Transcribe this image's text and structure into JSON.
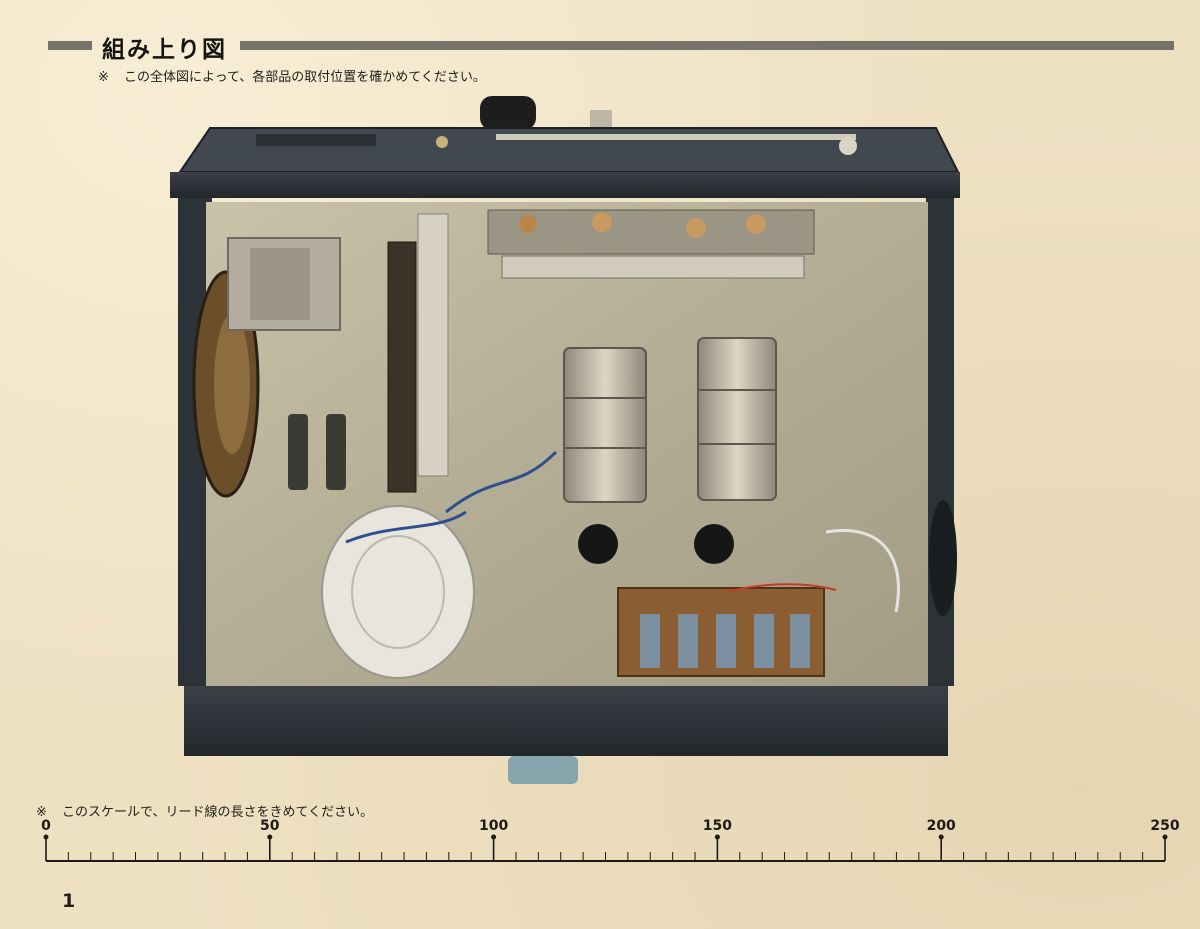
{
  "heading": {
    "title": "組み上り図"
  },
  "notes": {
    "assembly": {
      "mark": "※",
      "text": "この全体図によって、各部品の取付位置を確かめてください。"
    },
    "scale": {
      "mark": "※",
      "text": "このスケールで、リード線の長さをきめてください。"
    }
  },
  "scale": {
    "labels": [
      "0",
      "50",
      "100",
      "150",
      "200",
      "250"
    ],
    "max": 250,
    "major_step": 50,
    "minor_step": 5
  },
  "page": {
    "number": "1"
  },
  "photo": {
    "subject": "radio-chassis-interior",
    "colors": {
      "chassis_dark": "#2e3338",
      "plate": "#b9b29a",
      "tuning_gang": "#cfc7b3",
      "board_brown": "#8a5d33"
    }
  }
}
